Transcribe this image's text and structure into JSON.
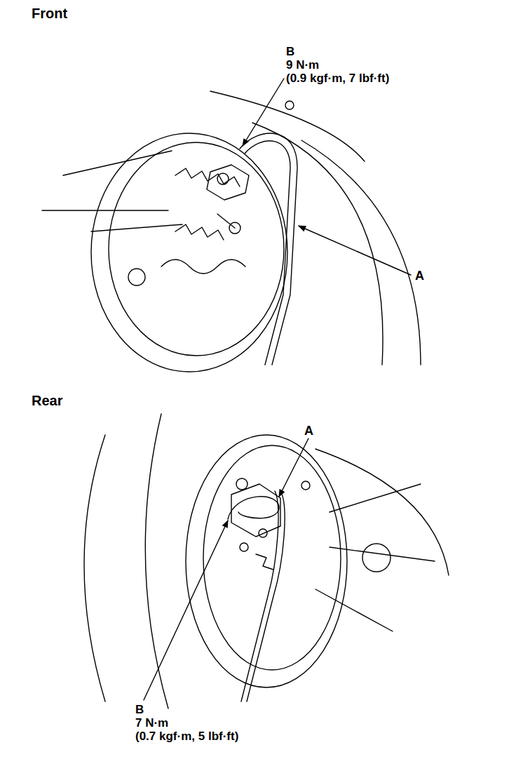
{
  "diagram": {
    "labels": [
      "Front",
      "B",
      "9 N·m",
      "(0.9 kgf·m, 7 lbf·ft)",
      "A",
      "Rear",
      "A",
      "B",
      "7 N·m",
      "(0.7 kgf·m, 5 lbf·ft)"
    ]
  }
}
